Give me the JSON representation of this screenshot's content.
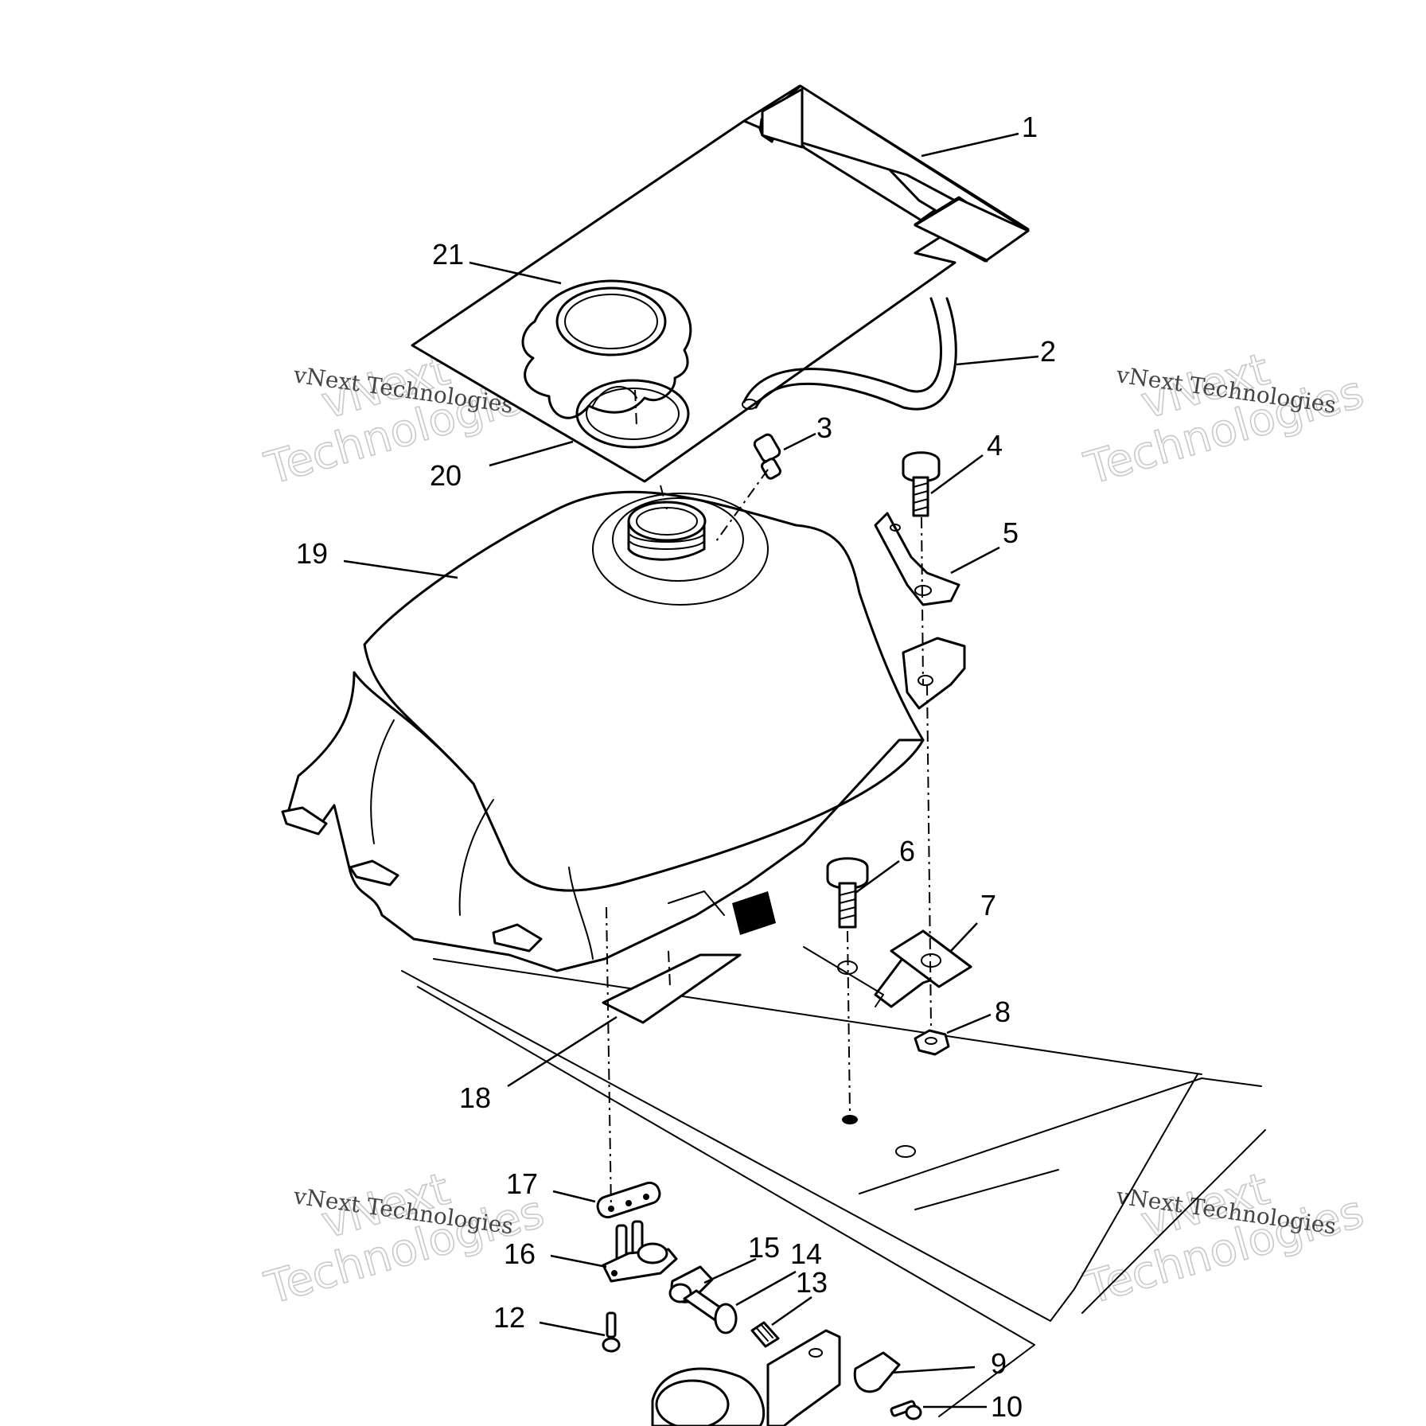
{
  "parts": [
    {
      "id": "part-1",
      "label": "1"
    },
    {
      "id": "part-2",
      "label": "2"
    },
    {
      "id": "part-3",
      "label": "3"
    },
    {
      "id": "part-4",
      "label": "4"
    },
    {
      "id": "part-5",
      "label": "5"
    },
    {
      "id": "part-6",
      "label": "6"
    },
    {
      "id": "part-7",
      "label": "7"
    },
    {
      "id": "part-8",
      "label": "8"
    },
    {
      "id": "part-9",
      "label": "9"
    },
    {
      "id": "part-10",
      "label": "10"
    },
    {
      "id": "part-12",
      "label": "12"
    },
    {
      "id": "part-13",
      "label": "13"
    },
    {
      "id": "part-14",
      "label": "14"
    },
    {
      "id": "part-15",
      "label": "15"
    },
    {
      "id": "part-16",
      "label": "16"
    },
    {
      "id": "part-17",
      "label": "17"
    },
    {
      "id": "part-18",
      "label": "18"
    },
    {
      "id": "part-19",
      "label": "19"
    },
    {
      "id": "part-20",
      "label": "20"
    },
    {
      "id": "part-21",
      "label": "21"
    }
  ],
  "watermark": {
    "brand": "vNext",
    "word": "Technologies",
    "full": "vNext Technologies"
  }
}
